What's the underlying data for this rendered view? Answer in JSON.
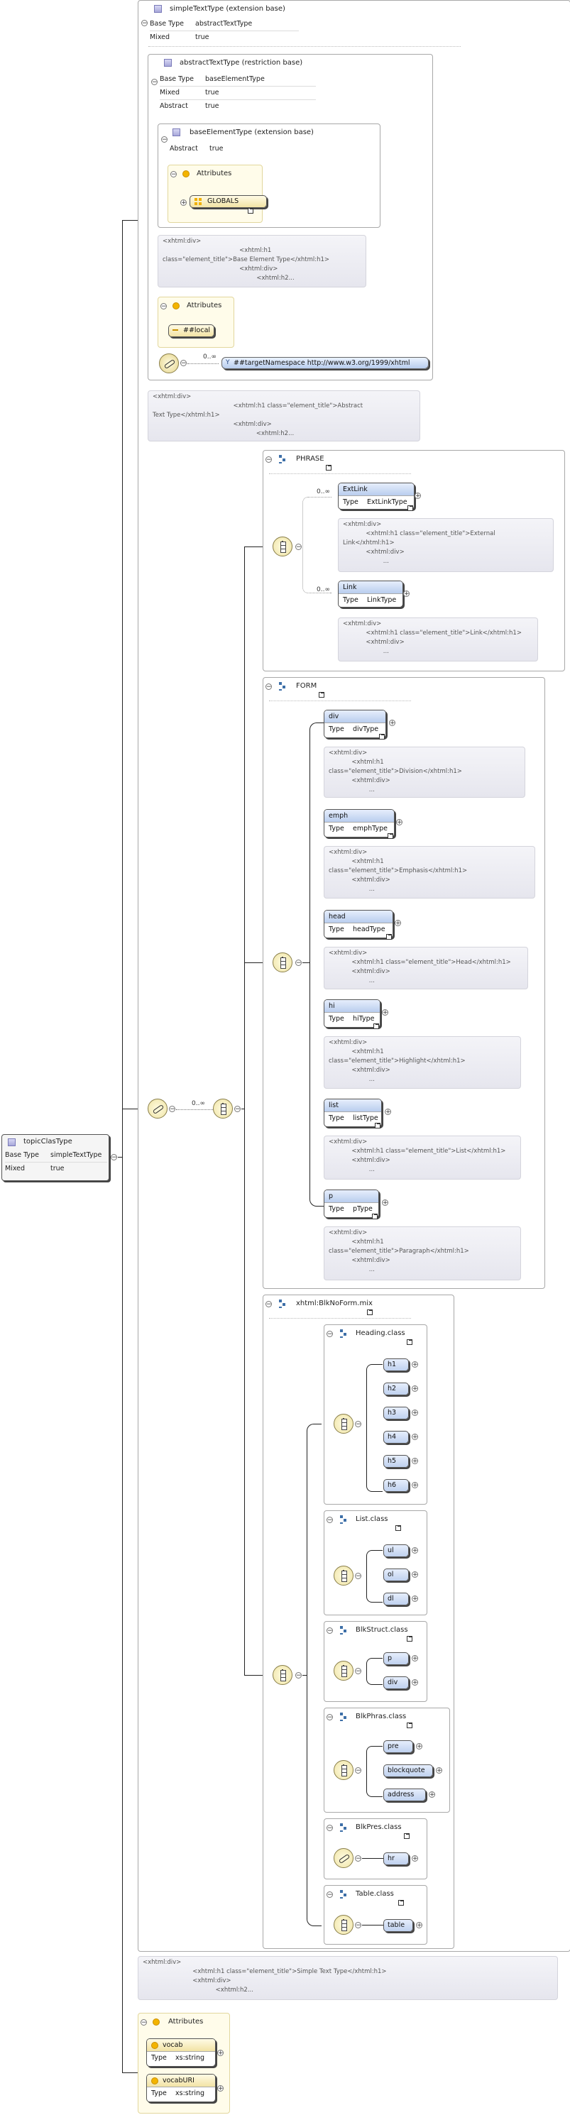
{
  "root": {
    "title": "topicClasType",
    "base_type_key": "Base Type",
    "base_type": "simpleTextType",
    "mixed_key": "Mixed",
    "mixed": "true"
  },
  "simple": {
    "title": "simpleTextType (extension base)",
    "base_type_key": "Base Type",
    "base_type": "abstractTextType",
    "mixed_key": "Mixed",
    "mixed": "true",
    "doc": "<xhtml:div>\n                          <xhtml:h1 class=\"element_title\">Simple Text Type</xhtml:h1>\n                          <xhtml:div>\n                                      <xhtml:h2..."
  },
  "abstract": {
    "title": "abstractTextType (restriction base)",
    "base_type_key": "Base Type",
    "base_type": "baseElementType",
    "mixed_key": "Mixed",
    "mixed": "true",
    "abstract_key": "Abstract",
    "abstract": "true",
    "doc": "<xhtml:div>\n                                          <xhtml:h1 class=\"element_title\">Abstract\nText Type</xhtml:h1>\n                                          <xhtml:div>\n                                                      <xhtml:h2..."
  },
  "base_elem": {
    "title": "baseElementType (extension base)",
    "abstract_key": "Abstract",
    "abstract": "true",
    "attributes_label": "Attributes",
    "globals": "GLOBALS",
    "doc": "<xhtml:div>\n                                        <xhtml:h1\nclass=\"element_title\">Base Element Type</xhtml:h1>\n                                        <xhtml:div>\n                                                 <xhtml:h2..."
  },
  "local_attrs": {
    "label": "Attributes",
    "item": "##local"
  },
  "any": {
    "occurs": "0..∞",
    "namespace": "##targetNamespace http://www.w3.org/1999/xhtml"
  },
  "main_seq": {
    "occurs": "0..∞"
  },
  "phrase": {
    "title": "PHRASE",
    "items": [
      {
        "occurs": "0..∞",
        "name": "ExtLink",
        "type_key": "Type",
        "type": "ExtLinkType",
        "doc": "<xhtml:div>\n            <xhtml:h1 class=\"element_title\">External\nLink</xhtml:h1>\n            <xhtml:div>\n                     ..."
      },
      {
        "occurs": "0..∞",
        "name": "Link",
        "type_key": "Type",
        "type": "LinkType",
        "doc": "<xhtml:div>\n            <xhtml:h1 class=\"element_title\">Link</xhtml:h1>\n            <xhtml:div>\n                     ..."
      }
    ]
  },
  "form": {
    "title": "FORM",
    "items": [
      {
        "name": "div",
        "type_key": "Type",
        "type": "divType",
        "doc": "<xhtml:div>\n            <xhtml:h1\nclass=\"element_title\">Division</xhtml:h1>\n            <xhtml:div>\n                     ..."
      },
      {
        "name": "emph",
        "type_key": "Type",
        "type": "emphType",
        "doc": "<xhtml:div>\n            <xhtml:h1\nclass=\"element_title\">Emphasis</xhtml:h1>\n            <xhtml:div>\n                     ..."
      },
      {
        "name": "head",
        "type_key": "Type",
        "type": "headType",
        "doc": "<xhtml:div>\n            <xhtml:h1 class=\"element_title\">Head</xhtml:h1>\n            <xhtml:div>\n                     ..."
      },
      {
        "name": "hi",
        "type_key": "Type",
        "type": "hiType",
        "doc": "<xhtml:div>\n            <xhtml:h1\nclass=\"element_title\">Highlight</xhtml:h1>\n            <xhtml:div>\n                     ..."
      },
      {
        "name": "list",
        "type_key": "Type",
        "type": "listType",
        "doc": "<xhtml:div>\n            <xhtml:h1 class=\"element_title\">List</xhtml:h1>\n            <xhtml:div>\n                     ..."
      },
      {
        "name": "p",
        "type_key": "Type",
        "type": "pType",
        "doc": "<xhtml:div>\n            <xhtml:h1\nclass=\"element_title\">Paragraph</xhtml:h1>\n            <xhtml:div>\n                     ..."
      }
    ]
  },
  "blk": {
    "title": "xhtml:BlkNoForm.mix",
    "groups": [
      {
        "title": "Heading.class",
        "items": [
          "h1",
          "h2",
          "h3",
          "h4",
          "h5",
          "h6"
        ]
      },
      {
        "title": "List.class",
        "items": [
          "ul",
          "ol",
          "dl"
        ]
      },
      {
        "title": "BlkStruct.class",
        "items": [
          "p",
          "div"
        ]
      },
      {
        "title": "BlkPhras.class",
        "items": [
          "pre",
          "blockquote",
          "address"
        ]
      },
      {
        "title": "BlkPres.class",
        "items": [
          "hr"
        ]
      },
      {
        "title": "Table.class",
        "items": [
          "table"
        ]
      }
    ]
  },
  "attributes": {
    "label": "Attributes",
    "items": [
      {
        "name": "vocab",
        "type_key": "Type",
        "type": "xs:string"
      },
      {
        "name": "vocabURI",
        "type_key": "Type",
        "type": "xs:string"
      }
    ]
  },
  "colors": {
    "element_fill": "#bfd1ef",
    "attr_fill": "#fffcea",
    "doc_fill": "#e6e6ee",
    "compositor_fill": "#efe4a6"
  }
}
